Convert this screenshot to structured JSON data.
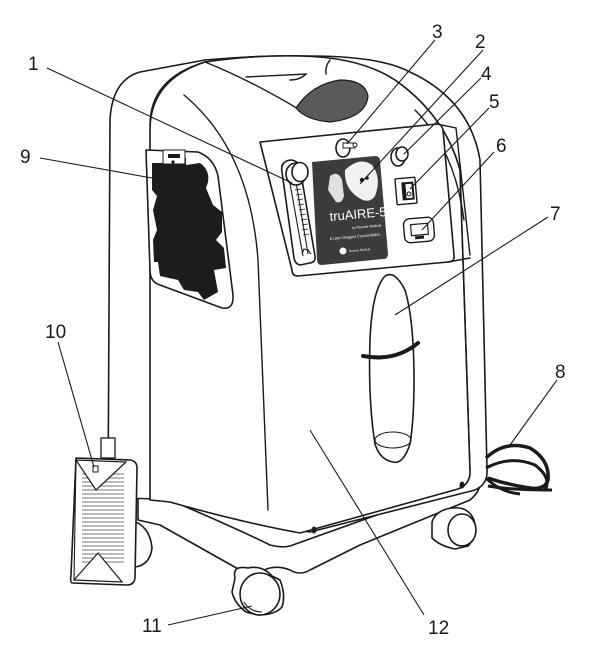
{
  "diagram": {
    "subject": "Oxygen concentrator parts identification",
    "colors": {
      "ink": "#1a1a1a",
      "dark_fill": "#1c1c1c",
      "label_panel": "#3c3c3c",
      "handle_recess": "#5a5a5a",
      "background": "#ffffff"
    },
    "device_label": {
      "brand": "truAIRE-5",
      "byline": "by Roscoe Medical",
      "subtitle": "5 Liter Oxygen Concentrator",
      "badge": "Roscoe Medical"
    },
    "callouts": [
      {
        "number": "1",
        "part": "flowmeter"
      },
      {
        "number": "2",
        "part": "device-label-panel"
      },
      {
        "number": "3",
        "part": "oxygen-outlet"
      },
      {
        "number": "4",
        "part": "circuit-breaker"
      },
      {
        "number": "5",
        "part": "power-switch"
      },
      {
        "number": "6",
        "part": "hour-meter-display"
      },
      {
        "number": "7",
        "part": "humidifier-bottle-holder"
      },
      {
        "number": "8",
        "part": "power-cord"
      },
      {
        "number": "9",
        "part": "cabinet-filter"
      },
      {
        "number": "10",
        "part": "inlet-filter"
      },
      {
        "number": "11",
        "part": "caster-wheel"
      },
      {
        "number": "12",
        "part": "cabinet-body"
      }
    ]
  }
}
